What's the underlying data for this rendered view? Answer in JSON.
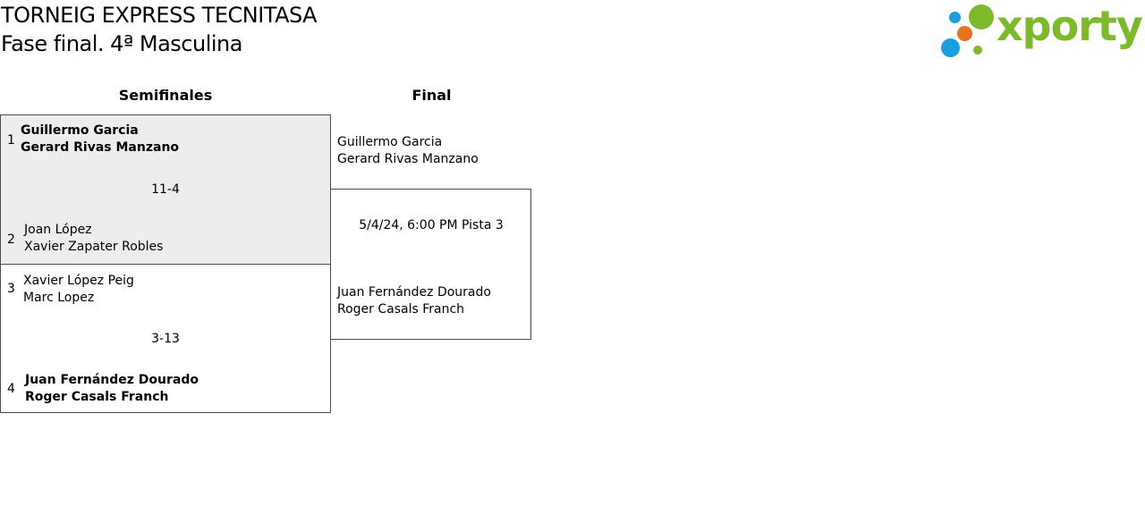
{
  "header": {
    "tournament": "TORNEIG EXPRESS TECNITASA",
    "phase": "Fase final. 4ª Masculina"
  },
  "logo": {
    "text": "xporty",
    "colors": {
      "green": "#7cba2c",
      "orange": "#e8731c",
      "blue": "#1a9ee0"
    }
  },
  "rounds": {
    "semifinal": "Semifinales",
    "final": "Final"
  },
  "semifinals": [
    {
      "score": "11-4",
      "top": {
        "seed": "1",
        "player1": "Guillermo Garcia",
        "player2": "Gerard Rivas Manzano",
        "winner": true
      },
      "bottom": {
        "seed": "2",
        "player1": "Joan López",
        "player2": "Xavier Zapater Robles",
        "winner": false
      }
    },
    {
      "score": "3-13",
      "top": {
        "seed": "3",
        "player1": "Xavier López Peig",
        "player2": "Marc Lopez",
        "winner": false
      },
      "bottom": {
        "seed": "4",
        "player1": "Juan Fernández Dourado",
        "player2": "Roger Casals Franch",
        "winner": true
      }
    }
  ],
  "final": {
    "top": {
      "player1": "Guillermo Garcia",
      "player2": "Gerard Rivas Manzano"
    },
    "info": "5/4/24, 6:00 PM Pista 3",
    "bottom": {
      "player1": "Juan Fernández Dourado",
      "player2": "Roger Casals Franch"
    }
  }
}
